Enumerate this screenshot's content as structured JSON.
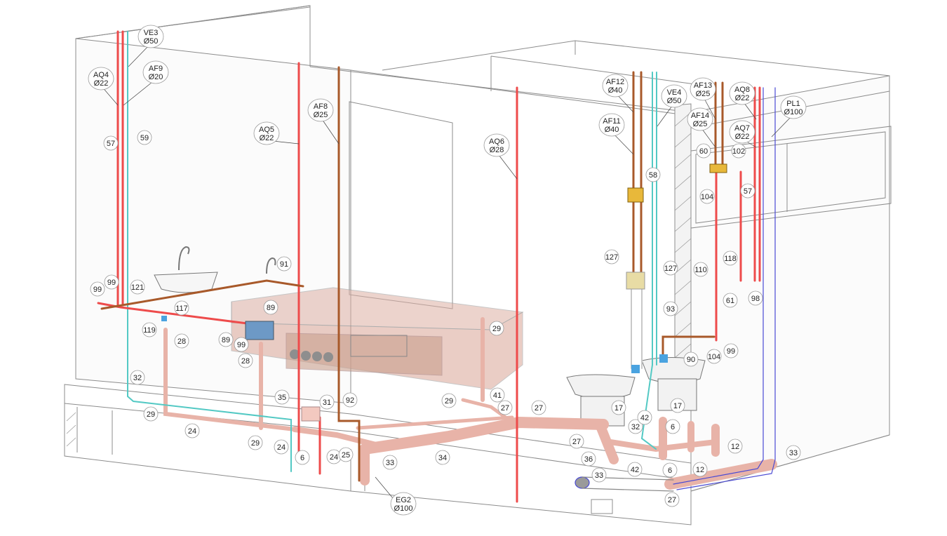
{
  "colors": {
    "hot_water": "#ee4b4b",
    "cold_water": "#a8592a",
    "vent": "#53c9c4",
    "drain": "#e8b3a8",
    "rain": "#4a4ad4",
    "outline": "#8c8c8c"
  },
  "pipe_tags": [
    {
      "code": "VE3",
      "size": "Ø50"
    },
    {
      "code": "AQ4",
      "size": "Ø22"
    },
    {
      "code": "AF9",
      "size": "Ø20"
    },
    {
      "code": "AF8",
      "size": "Ø25"
    },
    {
      "code": "AQ5",
      "size": "Ø22"
    },
    {
      "code": "AQ6",
      "size": "Ø28"
    },
    {
      "code": "AF12",
      "size": "Ø40"
    },
    {
      "code": "VE4",
      "size": "Ø50"
    },
    {
      "code": "AF11",
      "size": "Ø40"
    },
    {
      "code": "AF13",
      "size": "Ø25"
    },
    {
      "code": "AF14",
      "size": "Ø25"
    },
    {
      "code": "AQ8",
      "size": "Ø22"
    },
    {
      "code": "AQ7",
      "size": "Ø22"
    },
    {
      "code": "PL1",
      "size": "Ø100"
    },
    {
      "code": "EG2",
      "size": "Ø100"
    }
  ],
  "item_numbers": [
    "57",
    "59",
    "99",
    "99",
    "121",
    "117",
    "119",
    "28",
    "91",
    "89",
    "89",
    "99",
    "28",
    "29",
    "32",
    "35",
    "31",
    "92",
    "41",
    "29",
    "27",
    "27",
    "29",
    "24",
    "29",
    "24",
    "6",
    "24",
    "25",
    "33",
    "34",
    "27",
    "36",
    "33",
    "42",
    "32",
    "6",
    "42",
    "6",
    "12",
    "12",
    "33",
    "27",
    "17",
    "17",
    "60",
    "102",
    "104",
    "57",
    "127",
    "127",
    "58",
    "93",
    "90",
    "104",
    "99",
    "110",
    "118",
    "61",
    "98"
  ]
}
